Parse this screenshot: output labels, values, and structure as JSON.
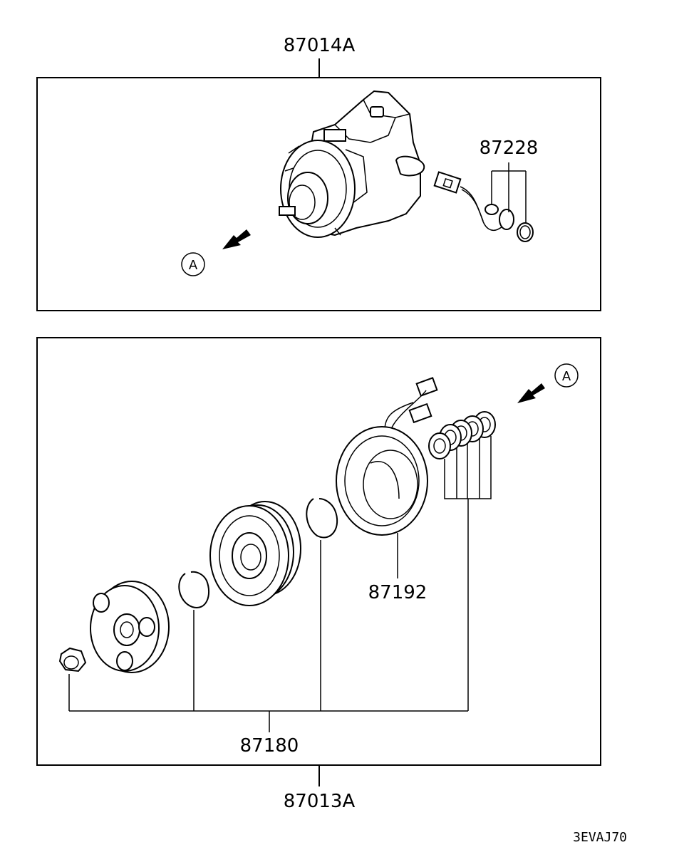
{
  "labels": {
    "assembly_top": "87014A",
    "harness": "87228",
    "view_ref_top": "A",
    "view_ref_bottom": "A",
    "coil": "87192",
    "clutch_kit": "87180",
    "assembly_bottom": "87013A",
    "drawing_code": "3EVAJ70"
  },
  "colors": {
    "line": "#000000",
    "background": "#ffffff"
  }
}
